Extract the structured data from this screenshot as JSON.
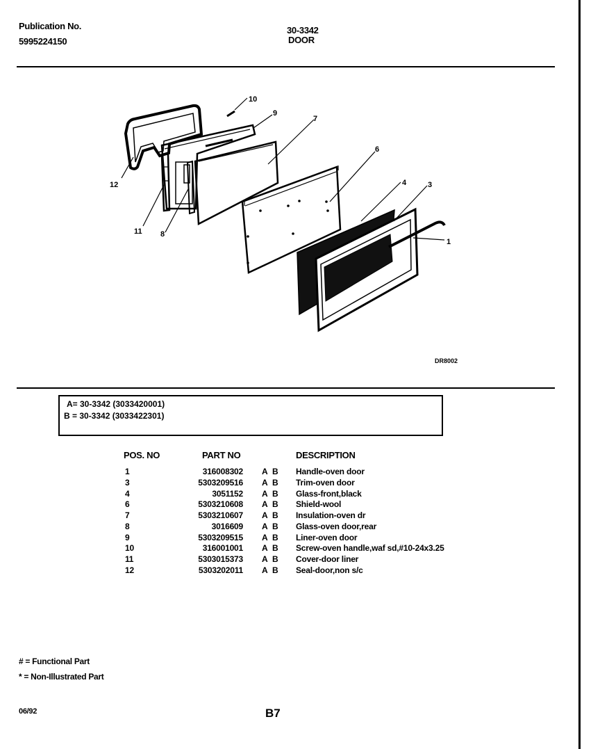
{
  "header": {
    "publication_label": "Publication No.",
    "publication_number": "5995224150",
    "model": "30-3342",
    "section": "DOOR"
  },
  "diagram": {
    "code": "DR8002",
    "callouts": [
      "10",
      "9",
      "7",
      "12",
      "6",
      "4",
      "3",
      "1",
      "11",
      "8"
    ]
  },
  "models": {
    "a": "A= 30-3342 (3033420001)",
    "b": "B = 30-3342 (3033422301)"
  },
  "table": {
    "col_pos": "POS. NO",
    "col_part": "PART NO",
    "col_desc": "DESCRIPTION",
    "rows": [
      {
        "pos": "1",
        "part": "316008302",
        "a": "A",
        "b": "B",
        "desc": "Handle-oven door"
      },
      {
        "pos": "3",
        "part": "5303209516",
        "a": "A",
        "b": "B",
        "desc": "Trim-oven door"
      },
      {
        "pos": "4",
        "part": "3051152",
        "a": "A",
        "b": "B",
        "desc": "Glass-front,black"
      },
      {
        "pos": "6",
        "part": "5303210608",
        "a": "A",
        "b": "B",
        "desc": "Shield-wool"
      },
      {
        "pos": "7",
        "part": "5303210607",
        "a": "A",
        "b": "B",
        "desc": "Insulation-oven dr"
      },
      {
        "pos": "8",
        "part": "3016609",
        "a": "A",
        "b": "B",
        "desc": "Glass-oven door,rear"
      },
      {
        "pos": "9",
        "part": "5303209515",
        "a": "A",
        "b": "B",
        "desc": "Liner-oven door"
      },
      {
        "pos": "10",
        "part": "316001001",
        "a": "A",
        "b": "B",
        "desc": "Screw-oven handle,waf sd,#10-24x3.25"
      },
      {
        "pos": "11",
        "part": "5303015373",
        "a": "A",
        "b": "B",
        "desc": "Cover-door liner"
      },
      {
        "pos": "12",
        "part": "5303202011",
        "a": "A",
        "b": "B",
        "desc": "Seal-door,non s/c"
      }
    ]
  },
  "legend": {
    "functional": "# = Functional Part",
    "non_illustrated": "* = Non-Illustrated Part"
  },
  "footer": {
    "date": "06/92",
    "page": "B7"
  }
}
